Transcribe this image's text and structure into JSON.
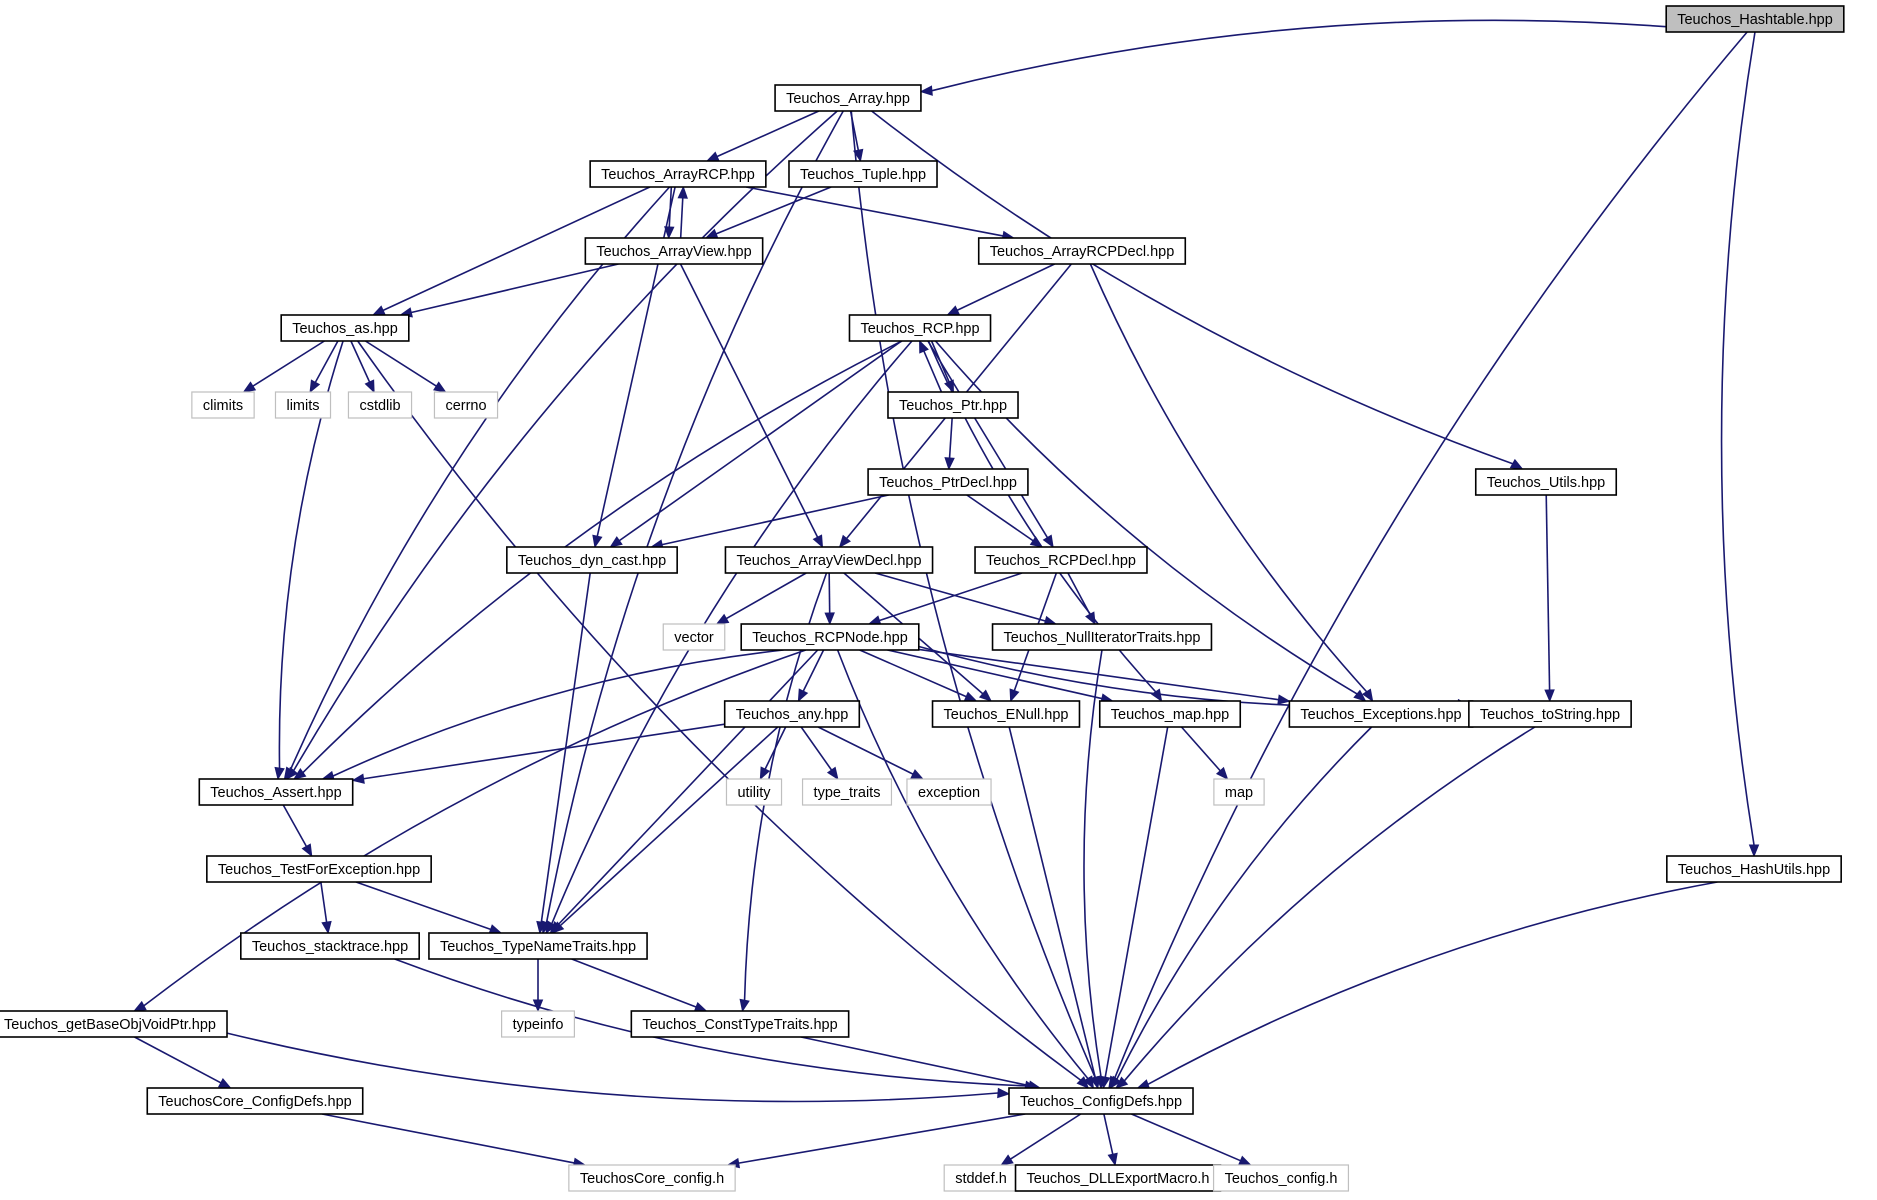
{
  "graph": {
    "edge_color": "#191970",
    "root_fill": "#bfbfbf",
    "system_border": "#bfbfbf",
    "nodes": [
      {
        "id": "hashtable",
        "label": "Teuchos_Hashtable.hpp",
        "kind": "root"
      },
      {
        "id": "array",
        "label": "Teuchos_Array.hpp",
        "kind": "header"
      },
      {
        "id": "arrayrcp",
        "label": "Teuchos_ArrayRCP.hpp",
        "kind": "header"
      },
      {
        "id": "tuple",
        "label": "Teuchos_Tuple.hpp",
        "kind": "header"
      },
      {
        "id": "arrayview",
        "label": "Teuchos_ArrayView.hpp",
        "kind": "header"
      },
      {
        "id": "arrayrcpdecl",
        "label": "Teuchos_ArrayRCPDecl.hpp",
        "kind": "header"
      },
      {
        "id": "as",
        "label": "Teuchos_as.hpp",
        "kind": "header"
      },
      {
        "id": "rcp",
        "label": "Teuchos_RCP.hpp",
        "kind": "header"
      },
      {
        "id": "climits",
        "label": "climits",
        "kind": "system"
      },
      {
        "id": "limits",
        "label": "limits",
        "kind": "system"
      },
      {
        "id": "cstdlib",
        "label": "cstdlib",
        "kind": "system"
      },
      {
        "id": "cerrno",
        "label": "cerrno",
        "kind": "system"
      },
      {
        "id": "ptr",
        "label": "Teuchos_Ptr.hpp",
        "kind": "header"
      },
      {
        "id": "ptrdecl",
        "label": "Teuchos_PtrDecl.hpp",
        "kind": "header"
      },
      {
        "id": "utils",
        "label": "Teuchos_Utils.hpp",
        "kind": "header"
      },
      {
        "id": "dyncast",
        "label": "Teuchos_dyn_cast.hpp",
        "kind": "header"
      },
      {
        "id": "arrayviewdecl",
        "label": "Teuchos_ArrayViewDecl.hpp",
        "kind": "header"
      },
      {
        "id": "rcpdecl",
        "label": "Teuchos_RCPDecl.hpp",
        "kind": "header"
      },
      {
        "id": "vector",
        "label": "vector",
        "kind": "system"
      },
      {
        "id": "rcpnode",
        "label": "Teuchos_RCPNode.hpp",
        "kind": "header"
      },
      {
        "id": "nulliter",
        "label": "Teuchos_NullIteratorTraits.hpp",
        "kind": "header"
      },
      {
        "id": "any",
        "label": "Teuchos_any.hpp",
        "kind": "header"
      },
      {
        "id": "enull",
        "label": "Teuchos_ENull.hpp",
        "kind": "header"
      },
      {
        "id": "map_hpp",
        "label": "Teuchos_map.hpp",
        "kind": "header"
      },
      {
        "id": "exceptions",
        "label": "Teuchos_Exceptions.hpp",
        "kind": "header"
      },
      {
        "id": "tostring",
        "label": "Teuchos_toString.hpp",
        "kind": "header"
      },
      {
        "id": "assert",
        "label": "Teuchos_Assert.hpp",
        "kind": "header"
      },
      {
        "id": "utility",
        "label": "utility",
        "kind": "system"
      },
      {
        "id": "type_traits",
        "label": "type_traits",
        "kind": "system"
      },
      {
        "id": "exception",
        "label": "exception",
        "kind": "system"
      },
      {
        "id": "map",
        "label": "map",
        "kind": "system"
      },
      {
        "id": "testforexc",
        "label": "Teuchos_TestForException.hpp",
        "kind": "header"
      },
      {
        "id": "hashutils",
        "label": "Teuchos_HashUtils.hpp",
        "kind": "header"
      },
      {
        "id": "stacktrace",
        "label": "Teuchos_stacktrace.hpp",
        "kind": "header"
      },
      {
        "id": "typename",
        "label": "Teuchos_TypeNameTraits.hpp",
        "kind": "header"
      },
      {
        "id": "typeinfo",
        "label": "typeinfo",
        "kind": "system"
      },
      {
        "id": "getbase",
        "label": "Teuchos_getBaseObjVoidPtr.hpp",
        "kind": "header"
      },
      {
        "id": "consttype",
        "label": "Teuchos_ConstTypeTraits.hpp",
        "kind": "header"
      },
      {
        "id": "coreconfigdefs",
        "label": "TeuchosCore_ConfigDefs.hpp",
        "kind": "header"
      },
      {
        "id": "configdefs",
        "label": "Teuchos_ConfigDefs.hpp",
        "kind": "header"
      },
      {
        "id": "coreconfig",
        "label": "TeuchosCore_config.h",
        "kind": "system"
      },
      {
        "id": "stddef",
        "label": "stddef.h",
        "kind": "system"
      },
      {
        "id": "dllexport",
        "label": "Teuchos_DLLExportMacro.h",
        "kind": "header"
      },
      {
        "id": "config",
        "label": "Teuchos_config.h",
        "kind": "system"
      }
    ],
    "edges": [
      [
        "hashtable",
        "array"
      ],
      [
        "hashtable",
        "hashutils"
      ],
      [
        "hashtable",
        "configdefs"
      ],
      [
        "array",
        "arrayrcp"
      ],
      [
        "array",
        "tuple"
      ],
      [
        "array",
        "assert"
      ],
      [
        "array",
        "typename"
      ],
      [
        "array",
        "utils"
      ],
      [
        "array",
        "configdefs"
      ],
      [
        "arrayrcp",
        "arrayview"
      ],
      [
        "arrayrcp",
        "as"
      ],
      [
        "arrayrcp",
        "assert"
      ],
      [
        "arrayrcp",
        "dyncast"
      ],
      [
        "arrayrcp",
        "arrayrcpdecl"
      ],
      [
        "tuple",
        "arrayview"
      ],
      [
        "arrayview",
        "arrayrcp"
      ],
      [
        "arrayview",
        "as"
      ],
      [
        "arrayview",
        "arrayviewdecl"
      ],
      [
        "arrayrcpdecl",
        "rcp"
      ],
      [
        "arrayrcpdecl",
        "arrayviewdecl"
      ],
      [
        "arrayrcpdecl",
        "exceptions"
      ],
      [
        "as",
        "climits"
      ],
      [
        "as",
        "limits"
      ],
      [
        "as",
        "cstdlib"
      ],
      [
        "as",
        "cerrno"
      ],
      [
        "as",
        "assert"
      ],
      [
        "as",
        "configdefs"
      ],
      [
        "rcp",
        "ptr"
      ],
      [
        "rcp",
        "assert"
      ],
      [
        "rcp",
        "typename"
      ],
      [
        "rcp",
        "dyncast"
      ],
      [
        "rcp",
        "rcpdecl"
      ],
      [
        "rcp",
        "map_hpp"
      ],
      [
        "rcp",
        "exceptions"
      ],
      [
        "ptr",
        "rcp"
      ],
      [
        "ptr",
        "ptrdecl"
      ],
      [
        "ptrdecl",
        "dyncast"
      ],
      [
        "ptrdecl",
        "rcpdecl"
      ],
      [
        "utils",
        "tostring"
      ],
      [
        "dyncast",
        "typename"
      ],
      [
        "arrayviewdecl",
        "vector"
      ],
      [
        "arrayviewdecl",
        "rcpnode"
      ],
      [
        "arrayviewdecl",
        "enull"
      ],
      [
        "arrayviewdecl",
        "nulliter"
      ],
      [
        "arrayviewdecl",
        "consttype"
      ],
      [
        "rcpdecl",
        "rcpnode"
      ],
      [
        "rcpdecl",
        "nulliter"
      ],
      [
        "rcpdecl",
        "enull"
      ],
      [
        "rcpnode",
        "any"
      ],
      [
        "rcpnode",
        "enull"
      ],
      [
        "rcpnode",
        "map_hpp"
      ],
      [
        "rcpnode",
        "exceptions"
      ],
      [
        "rcpnode",
        "tostring"
      ],
      [
        "rcpnode",
        "assert"
      ],
      [
        "rcpnode",
        "typename"
      ],
      [
        "rcpnode",
        "getbase"
      ],
      [
        "rcpnode",
        "configdefs"
      ],
      [
        "nulliter",
        "configdefs"
      ],
      [
        "any",
        "utility"
      ],
      [
        "any",
        "type_traits"
      ],
      [
        "any",
        "exception"
      ],
      [
        "any",
        "assert"
      ],
      [
        "any",
        "typename"
      ],
      [
        "enull",
        "configdefs"
      ],
      [
        "map_hpp",
        "map"
      ],
      [
        "map_hpp",
        "configdefs"
      ],
      [
        "exceptions",
        "configdefs"
      ],
      [
        "tostring",
        "configdefs"
      ],
      [
        "assert",
        "testforexc"
      ],
      [
        "testforexc",
        "stacktrace"
      ],
      [
        "testforexc",
        "typename"
      ],
      [
        "hashutils",
        "configdefs"
      ],
      [
        "stacktrace",
        "configdefs"
      ],
      [
        "typename",
        "typeinfo"
      ],
      [
        "typename",
        "consttype"
      ],
      [
        "getbase",
        "coreconfigdefs"
      ],
      [
        "getbase",
        "configdefs"
      ],
      [
        "consttype",
        "configdefs"
      ],
      [
        "coreconfigdefs",
        "coreconfig"
      ],
      [
        "configdefs",
        "coreconfig"
      ],
      [
        "configdefs",
        "stddef"
      ],
      [
        "configdefs",
        "dllexport"
      ],
      [
        "configdefs",
        "config"
      ]
    ]
  }
}
